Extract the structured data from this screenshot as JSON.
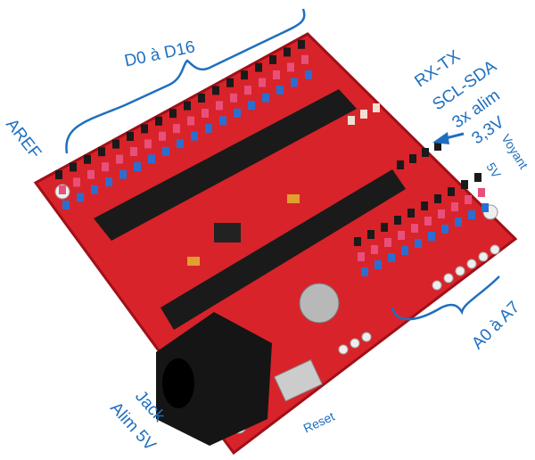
{
  "labels": {
    "digital": "D0 à D16",
    "aref": "AREF",
    "rxtx": "RX-TX",
    "sclsda": "SCL-SDA",
    "alim33_line1": "3x alim",
    "alim33_line2": "3,3V",
    "voyant_line1": "Voyant",
    "voyant_line2": "5V",
    "analog": "A0 à A7",
    "jack_line1": "Jack",
    "jack_line2": "Alim 5V",
    "reset": "Reset"
  },
  "colors": {
    "board": "#d8232a",
    "label": "#1f6fc0",
    "header_blue": "#2a6fd0",
    "header_pink": "#e8507a",
    "header_black": "#1a1a1a"
  }
}
